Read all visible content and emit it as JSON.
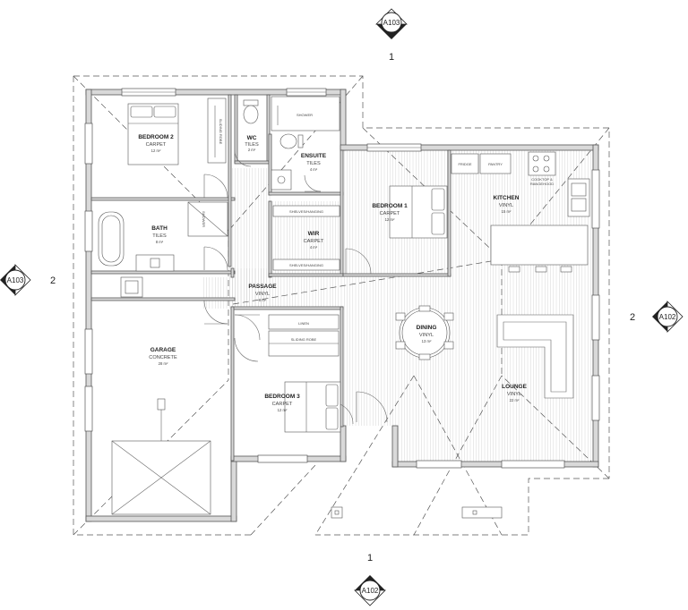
{
  "section_markers": [
    {
      "id": "top",
      "ref": "A103",
      "number": "1"
    },
    {
      "id": "bottom",
      "ref": "A102",
      "number": "1"
    },
    {
      "id": "left",
      "ref": "A103",
      "number": "2"
    },
    {
      "id": "right",
      "ref": "A102",
      "number": "2"
    }
  ],
  "rooms": {
    "bedroom2": {
      "name": "BEDROOM 2",
      "finish": "CARPET",
      "area": "12 m²"
    },
    "wc": {
      "name": "WC",
      "finish": "TILES",
      "area": "2 m²"
    },
    "ensuite": {
      "name": "ENSUITE",
      "finish": "TILES",
      "area": "4 m²"
    },
    "bath": {
      "name": "BATH",
      "finish": "TILES",
      "area": "8 m²"
    },
    "bedroom1": {
      "name": "BEDROOM 1",
      "finish": "CARPET",
      "area": "12 m²"
    },
    "wir": {
      "name": "WIR",
      "finish": "CARPET",
      "area": "4 m²"
    },
    "kitchen": {
      "name": "KITCHEN",
      "finish": "VINYL",
      "area": "15 m²"
    },
    "passage": {
      "name": "PASSAGE",
      "finish": "VINYL",
      "area": "8 m²"
    },
    "dining": {
      "name": "DINING",
      "finish": "VINYL",
      "area": "13 m²"
    },
    "garage": {
      "name": "GARAGE",
      "finish": "CONCRETE",
      "area": "28 m²"
    },
    "bedroom3": {
      "name": "BEDROOM 3",
      "finish": "CARPET",
      "area": "12 m²"
    },
    "lounge": {
      "name": "LOUNGE",
      "finish": "VINYL",
      "area": "22 m²"
    }
  },
  "fixture_labels": {
    "sliding_robe_bed2": "SLIDING ROBE",
    "shower_ensuite": "SHOWER",
    "shower_bath": "SHOWER",
    "fridge": "FRIDGE",
    "pantry": "PANTRY",
    "cooktop": "COOKTOP &",
    "rangehood": "RANGEHOOD",
    "wir_shelves_top": "SHELVES/HANGING",
    "wir_shelves_bottom": "SHELVES/HANGING",
    "linen": "LINEN",
    "sliding_robe_bed3": "SLIDING ROBE"
  }
}
